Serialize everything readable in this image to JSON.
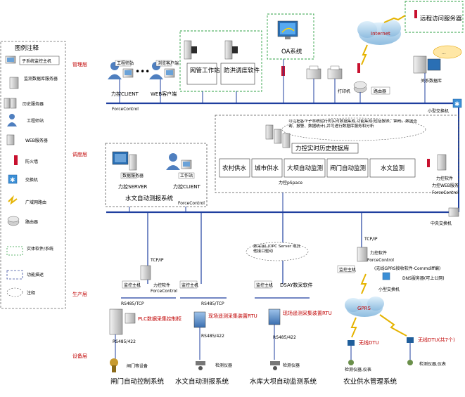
{
  "legend": {
    "title": "图例注释",
    "items": [
      "子系统监控主机",
      "监测数据库服务器",
      "历史服务器",
      "工程师站",
      "WEB服务器",
      "防火墙",
      "交换机",
      "广域网路由",
      "路由器",
      "实体软件/系统",
      "功能描述",
      "注释"
    ]
  },
  "layers": {
    "management": "管理层",
    "dispatch": "调度层",
    "production": "生产层",
    "device": "设备层"
  },
  "top": {
    "client_eng": "工程师站",
    "client_web": "浏览客户端",
    "client_label_a": "力控CLIENT",
    "client_label_b": "WEB客户端",
    "software_a": "网管工作站",
    "software_b": "防洪调度软件",
    "oa": "OA系统",
    "remote": "远程访问服务器",
    "internet": "Internet",
    "printer": "打印机",
    "router": "路由器",
    "db_server": "关系数据库",
    "small_switch": "小型交换机",
    "fc_label": "ForceControl",
    "note_bubble": "..."
  },
  "dispatch": {
    "history_note": "可以把各个子系统运行的实时数据集成,功能集成(包括报表、曲线、数据查询、报警、数据统计),并可进行数据库服务和分析",
    "history_title": "力控实时历史数据库",
    "pspace": "力控pSpace",
    "subsystems": [
      "农村供水",
      "城市供水",
      "大坝自动监测",
      "闸门自动监测",
      "水文监测"
    ],
    "server_label": "数据服务器",
    "client_label": "工作站",
    "fc_server": "力控SERVER",
    "fc_client": "力控CLIENT",
    "hydro_title": "水文自动测报系统",
    "fc_small": "ForceControl",
    "right_fc1": "力控软件",
    "right_fc2": "力控WEB服务",
    "right_fc3": "ForceControl",
    "core_switch": "中央交换机"
  },
  "production": {
    "tcpip_a": "TCP/IP",
    "tcpip_b": "TCP/IP",
    "monitor_host_a": "监控主机",
    "monitor_host_b": "监控主机",
    "monitor_host_c": "监控主机",
    "monitor_host_d": "监控主机",
    "fc_soft_a": "力控软件",
    "fc_soft_a2": "ForceControl",
    "fc_soft_b": "力控软件",
    "fc_soft_b2": "ForceControl",
    "opc_note": "数采接口OPC Server 或其他接口驱动",
    "dsay": "DSAY数采软件",
    "gprs_center": "(无线GPRS接收软件-Commdiff编)",
    "dns": "DNS服务器(可上公网)",
    "small_switch": "小型交换机",
    "gprs": "GPRS"
  },
  "device": {
    "rs485_a": "RS485/TCP",
    "rs485_b": "RS485/TCP",
    "rs485_422_a": "RS485/422",
    "rs485_422_b": "RS485/422",
    "rs485_422_c": "RS485/422",
    "plc": "PLC数据采集控制柜",
    "rtu": "现场遥测采集装置RTU",
    "rtu2": "现场遥测采集装置RTU",
    "gate_dev": "闸门等设备",
    "sensor_a": "检测仪器",
    "sensor_b": "检测仪器",
    "dtu_a": "无线DTU",
    "dtu_b": "无线DTU(共7个)",
    "sensor_c": "检测仪器,仪表",
    "sensor_d": "检测仪器,仪表"
  },
  "systems": {
    "gate": "闸门自动控制系统",
    "hydro": "水文自动测报系统",
    "dam": "水库大坝自动监测系统",
    "rural": "农业供水管理系统"
  }
}
